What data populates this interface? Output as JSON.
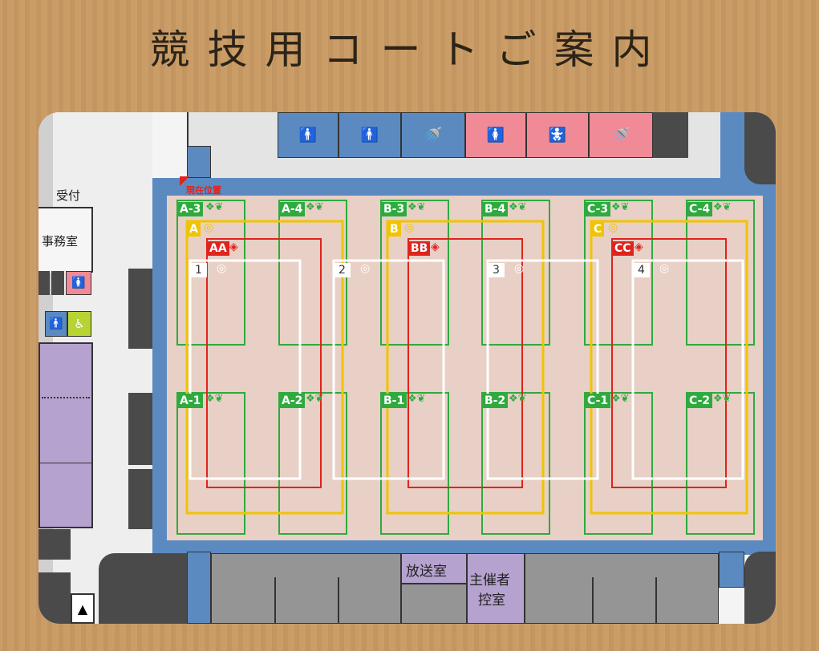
{
  "title": "競技用コートご案内",
  "you_are_here": "現在位置",
  "rooms": {
    "reception": "受付",
    "office": "事務室",
    "broadcast": "放送室",
    "host_waiting_line1": "主催者",
    "host_waiting_line2": "控室"
  },
  "badminton_courts": [
    "A-3",
    "A-4",
    "B-3",
    "B-4",
    "C-3",
    "C-4",
    "A-1",
    "A-2",
    "B-1",
    "B-2",
    "C-1",
    "C-2"
  ],
  "basketball_courts": [
    "A",
    "B",
    "C"
  ],
  "softball_courts": [
    "AA",
    "BB",
    "CC"
  ],
  "volleyball_courts": [
    "1",
    "2",
    "3",
    "4"
  ],
  "colors": {
    "badminton": "#2faa3f",
    "basketball": "#f0c400",
    "softball": "#e0231d",
    "volleyball": "#ffffff",
    "floor": "#e8d0c6",
    "frame_blue": "#5b8ac1",
    "men_restroom": "#5b8ac1",
    "women_restroom": "#f08a96"
  },
  "icons": [
    "man-restroom-icon",
    "man-washroom-icon",
    "shower-icon",
    "woman-restroom-icon",
    "woman-baby-icon",
    "shower-icon-women",
    "wheelchair-icon",
    "man-icon",
    "woman-icon",
    "up-arrow-icon"
  ]
}
